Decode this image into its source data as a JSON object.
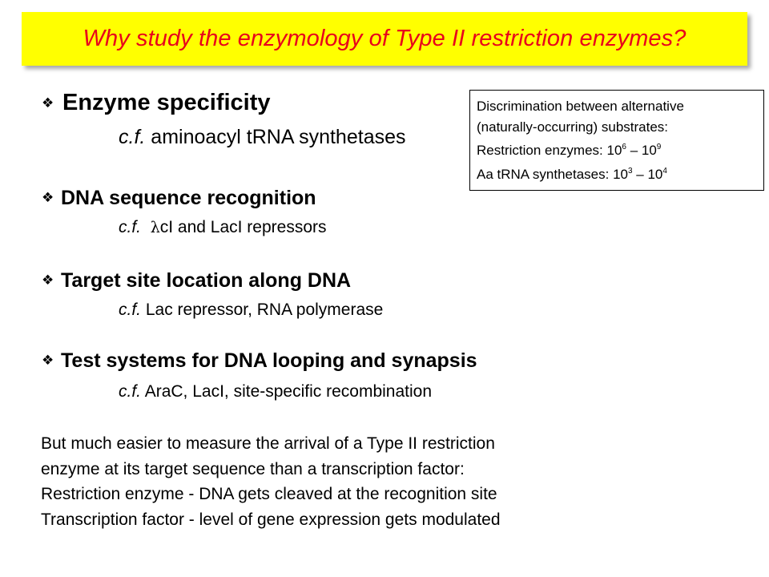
{
  "title": "Why study the enzymology of Type II restriction enzymes?",
  "colors": {
    "banner_background": "#ffff00",
    "title_text": "#e8001c"
  },
  "bullet_icon": "four-diamond-bullet-icon",
  "bullets": [
    {
      "heading": "Enzyme specificity",
      "cf": "c.f.",
      "detail": "aminoacyl tRNA synthetases"
    },
    {
      "heading": "DNA sequence recognition",
      "cf": "c.f.",
      "lambda": "λ",
      "detail": "cI and LacI repressors"
    },
    {
      "heading": "Target site location along DNA",
      "cf": "c.f.",
      "detail": "Lac repressor, RNA polymerase"
    },
    {
      "heading": "Test systems for DNA looping and synapsis",
      "cf": "c.f.",
      "detail": "AraC, LacI, site-specific recombination"
    }
  ],
  "info_box": {
    "line1": "Discrimination between alternative",
    "line2": "(naturally-occurring) substrates:",
    "restriction": {
      "label": "Restriction enzymes: 10",
      "exp_low": "6",
      "dash": " – 10",
      "exp_high": "9"
    },
    "aatrna": {
      "label": "Aa tRNA synthetases: 10",
      "exp_low": "3",
      "dash": " – 10",
      "exp_high": "4"
    }
  },
  "paragraph": [
    "But much easier to measure the arrival of a Type II restriction",
    "enzyme at its target sequence than a transcription factor:",
    "Restriction enzyme  -  DNA gets cleaved at the recognition site",
    "Transcription factor  -  level of gene expression gets modulated"
  ]
}
